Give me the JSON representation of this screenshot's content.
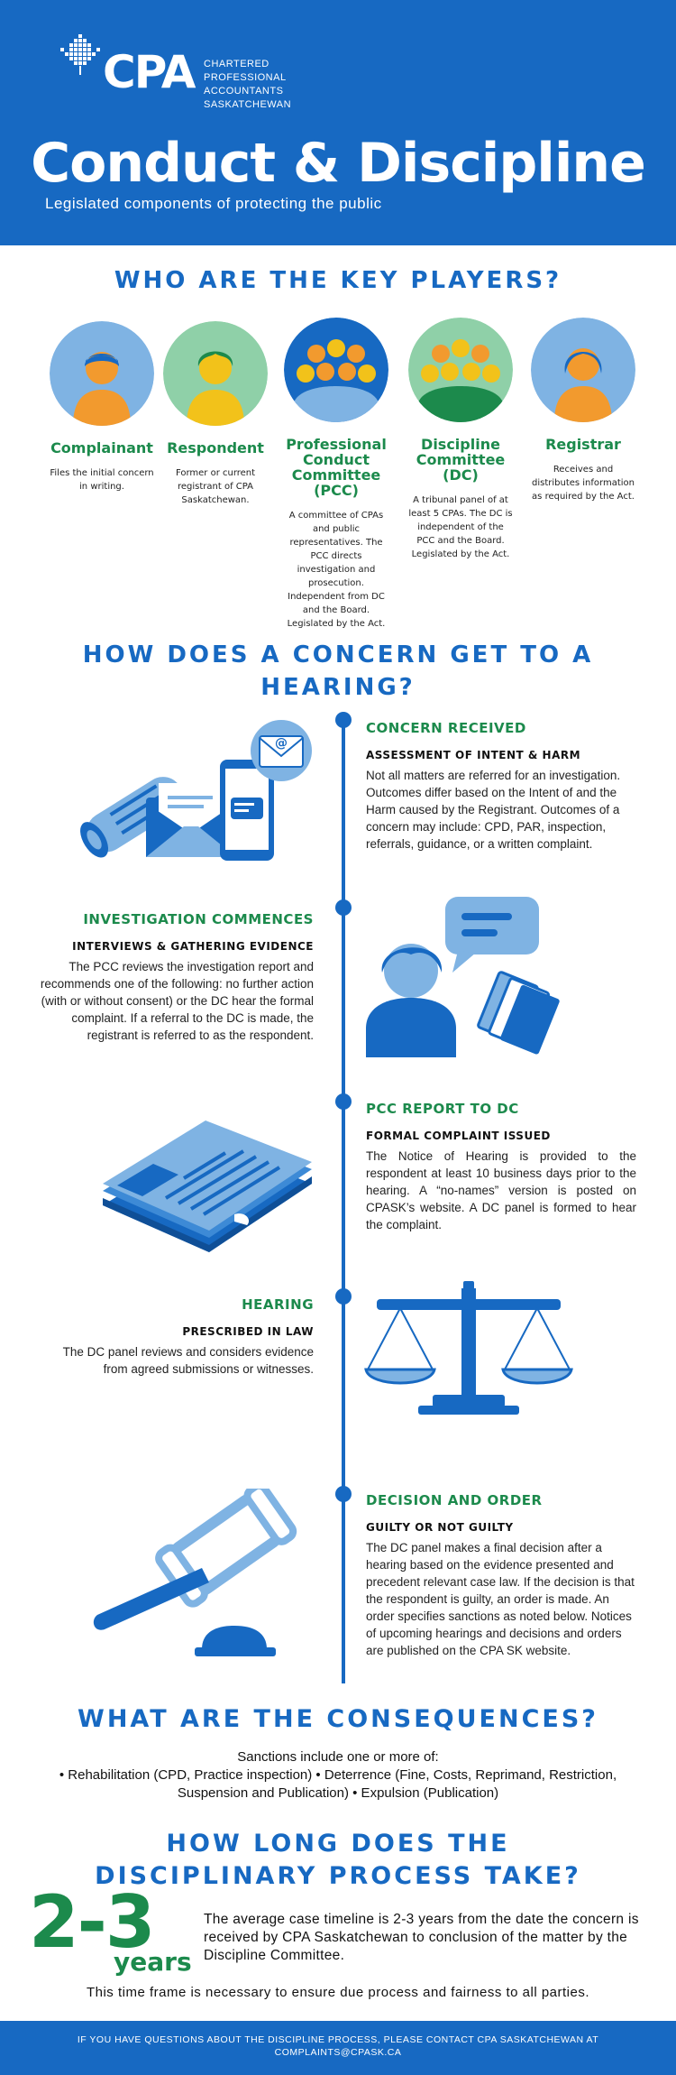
{
  "header": {
    "logo_text": "CPA",
    "logo_lines": [
      "CHARTERED",
      "PROFESSIONAL",
      "ACCOUNTANTS",
      "SASKATCHEWAN"
    ],
    "title": "Conduct & Discipline",
    "subtitle": "Legislated components of protecting the public"
  },
  "players": {
    "heading": "WHO ARE THE KEY PLAYERS?",
    "items": [
      {
        "name": "Complainant",
        "desc": "Files the initial concern in writing."
      },
      {
        "name": "Respondent",
        "desc": "Former or current registrant of CPA Saskatchewan."
      },
      {
        "name": "Professional Conduct Committee (PCC)",
        "desc": "A committee of CPAs and public representatives. The PCC directs investigation and prosecution. Independent from DC and the Board. Legislated by the Act."
      },
      {
        "name": "Discipline Committee (DC)",
        "desc": "A tribunal panel of at least 5 CPAs. The DC is independent of the PCC and the Board. Legislated by the Act."
      },
      {
        "name": "Registrar",
        "desc": "Receives and distributes information as required by the Act."
      }
    ]
  },
  "process": {
    "heading": "HOW DOES A CONCERN GET TO A HEARING?",
    "steps": [
      {
        "title": "CONCERN RECEIVED",
        "subtitle": "ASSESSMENT OF INTENT & HARM",
        "body": "Not all matters are referred for an investigation. Outcomes differ based on the Intent of and the Harm caused by the Registrant. Outcomes of a concern may include: CPD, PAR, inspection, referrals, guidance, or a written complaint."
      },
      {
        "title": "INVESTIGATION COMMENCES",
        "subtitle": "INTERVIEWS & GATHERING EVIDENCE",
        "body": "The PCC reviews the investigation report and recommends one of the following: no further action (with or without consent) or the DC hear the formal complaint. If a referral to the DC is made, the registrant is referred to as the respondent."
      },
      {
        "title": "PCC REPORT TO DC",
        "subtitle": "FORMAL COMPLAINT ISSUED",
        "body": "The Notice of Hearing is provided to the respondent at least 10 business days prior to the hearing. A “no-names” version is posted on CPASK’s website. A DC panel is formed to hear the complaint."
      },
      {
        "title": "HEARING",
        "subtitle": "PRESCRIBED IN LAW",
        "body": "The DC panel reviews and considers evidence from agreed submissions or witnesses."
      },
      {
        "title": "DECISION AND ORDER",
        "subtitle": "GUILTY OR NOT GUILTY",
        "body": "The DC panel makes a final decision after a hearing based on the evidence presented and precedent relevant case law. If the decision is that the respondent is guilty, an order is made. An order specifies sanctions as noted below. Notices of upcoming hearings and decisions and orders are published on the CPA SK website."
      }
    ]
  },
  "consequences": {
    "heading": "WHAT ARE THE CONSEQUENCES?",
    "lines": [
      "Sanctions include one or more of:",
      "• Rehabilitation (CPD, Practice inspection) • Deterrence (Fine, Costs, Reprimand, Restriction,",
      "Suspension and Publication) • Expulsion (Publication)"
    ]
  },
  "duration": {
    "heading": "HOW LONG DOES THE DISCIPLINARY PROCESS TAKE?",
    "big_number": "2-3",
    "unit": "years",
    "text": "The average case timeline is 2-3 years from the date the concern is received by CPA Saskatchewan to conclusion of the matter by the Discipline Committee.",
    "note": "This time frame is necessary to ensure due process and fairness to all parties."
  },
  "footer": {
    "text": "IF YOU HAVE QUESTIONS ABOUT THE DISCIPLINE PROCESS, PLEASE CONTACT CPA SASKATCHEWAN AT COMPLAINTS@CPASK.CA"
  },
  "colors": {
    "primary_blue": "#1769c2",
    "accent_green": "#1c8a4c",
    "light_blue": "#7fb3e3",
    "light_green": "#8fd0a8"
  }
}
